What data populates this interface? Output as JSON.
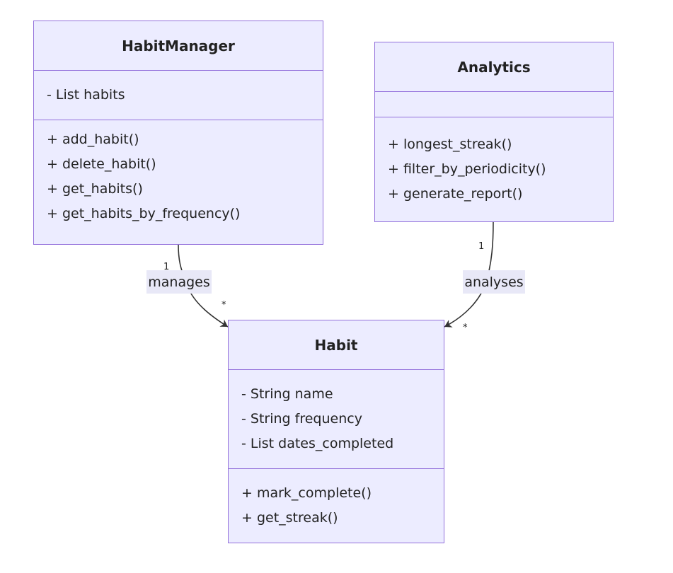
{
  "classes": {
    "habit_manager": {
      "name": "HabitManager",
      "attributes": [
        "- List habits"
      ],
      "methods": [
        "+ add_habit()",
        "+ delete_habit()",
        "+ get_habits()",
        "+ get_habits_by_frequency()"
      ]
    },
    "analytics": {
      "name": "Analytics",
      "attributes": [],
      "methods": [
        "+ longest_streak()",
        "+ filter_by_periodicity()",
        "+ generate_report()"
      ]
    },
    "habit": {
      "name": "Habit",
      "attributes": [
        "- String name",
        "- String frequency",
        "- List dates_completed"
      ],
      "methods": [
        "+ mark_complete()",
        "+ get_streak()"
      ]
    }
  },
  "relations": {
    "manages": {
      "label": "manages",
      "from_multiplicity": "1",
      "to_multiplicity": "*"
    },
    "analyses": {
      "label": "analyses",
      "from_multiplicity": "1",
      "to_multiplicity": "*"
    }
  },
  "colors": {
    "box_fill": "#ececff",
    "box_border": "#9370db",
    "edge": "#333333",
    "label_bg": "#e8e8f7"
  }
}
